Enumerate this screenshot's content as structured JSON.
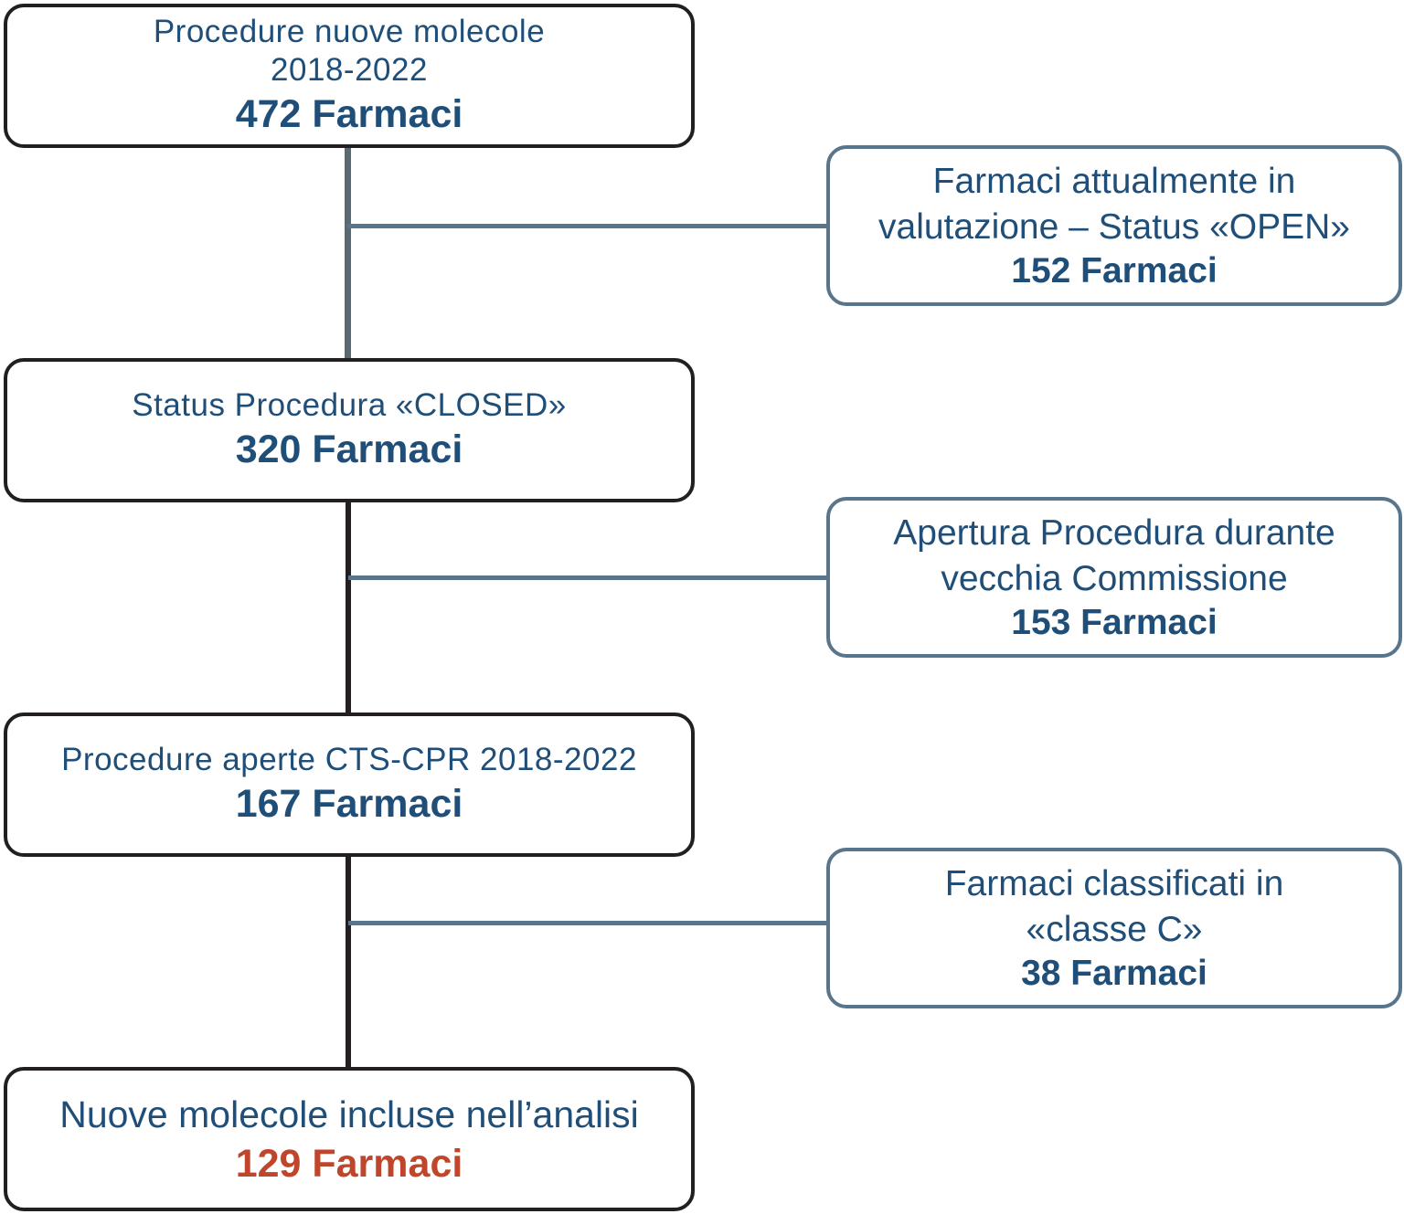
{
  "colors": {
    "text": "#1f4e79",
    "final_count": "#c0462b",
    "main_border": "#231f20",
    "side_border": "#58758c",
    "trunk_top": "#5a6a72",
    "branch": "#58758c"
  },
  "boxes": {
    "start": {
      "lines": [
        "Procedure nuove molecole",
        "2018-2022"
      ],
      "count": "472 Farmaci"
    },
    "closed": {
      "lines": [
        "Status Procedura «CLOSED»"
      ],
      "count": "320 Farmaci"
    },
    "cts": {
      "lines": [
        "Procedure aperte CTS-CPR 2018-2022"
      ],
      "count": "167 Farmaci"
    },
    "final": {
      "lines": [
        "Nuove molecole incluse nell’analisi"
      ],
      "count": "129 Farmaci"
    }
  },
  "exclusions": {
    "open": {
      "lines": [
        "Farmaci attualmente in",
        "valutazione – Status «OPEN»"
      ],
      "count": "152 Farmaci"
    },
    "old_commission": {
      "lines": [
        "Apertura Procedura durante",
        "vecchia Commissione"
      ],
      "count": "153 Farmaci"
    },
    "class_c": {
      "lines": [
        "Farmaci classificati in",
        "«classe C»"
      ],
      "count": "38 Farmaci"
    }
  }
}
